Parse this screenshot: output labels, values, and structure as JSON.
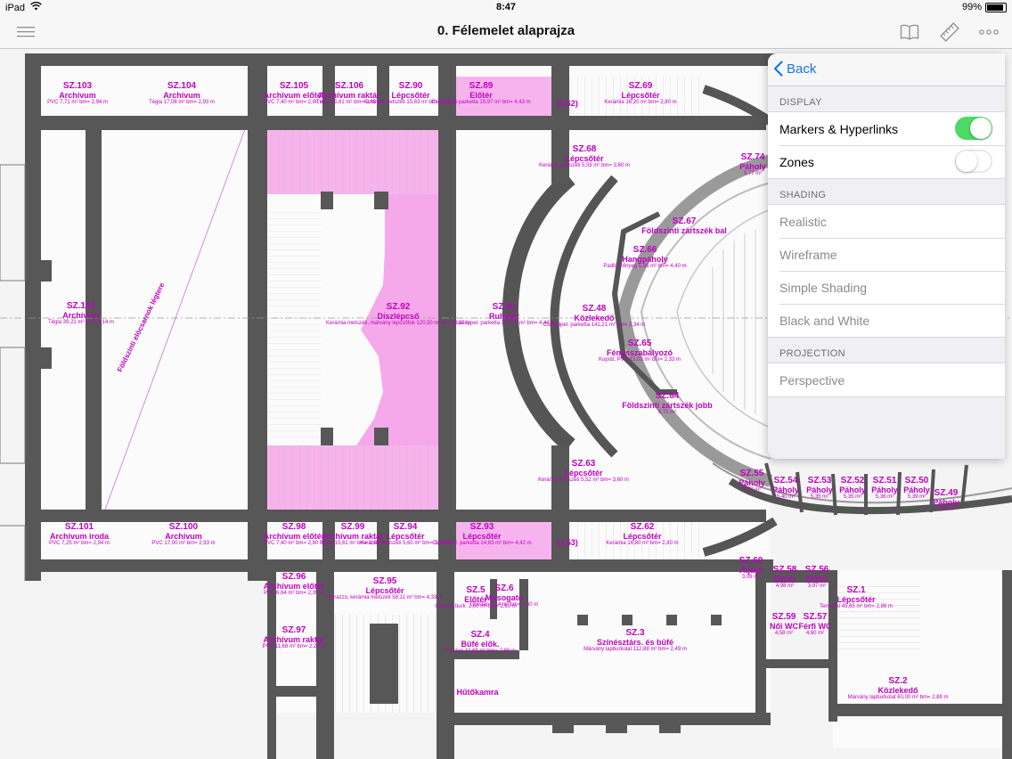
{
  "status_bar": {
    "device": "iPad",
    "time": "8:47",
    "battery": "99%",
    "battery_level": 0.99
  },
  "nav": {
    "title": "0. Félemelet alaprajza"
  },
  "panel": {
    "back_label": "Back",
    "display_header": "DISPLAY",
    "markers_label": "Markers & Hyperlinks",
    "markers_on": true,
    "zones_label": "Zones",
    "zones_on": false,
    "shading_header": "SHADING",
    "shading_options": [
      "Realistic",
      "Wireframe",
      "Simple Shading",
      "Black and White"
    ],
    "projection_header": "PROJECTION",
    "projection_options": [
      "Perspective"
    ]
  },
  "plan": {
    "diagonal_label": "Földszinti elócsarnok légtere",
    "rooms": [
      {
        "code": "SZ.103",
        "name": "Archívum",
        "detail": "PVC 7,71 m² bm= 2,94 m"
      },
      {
        "code": "SZ.104",
        "name": "Archívum",
        "detail": "Tégla 17,08 m² bm= 2,93 m"
      },
      {
        "code": "SZ.105",
        "name": "Archívum előtér",
        "detail": "PVC 7,40 m² bm= 2,80 m"
      },
      {
        "code": "SZ.106",
        "name": "Archívum raktár",
        "detail": "Tégla 15,61 m² bm= 2,80 m"
      },
      {
        "code": "SZ.90",
        "name": "Lépcsőtér",
        "detail": "Kerámia metszéti 15,63 m² bm= 3,07 m"
      },
      {
        "code": "SZ.89",
        "name": "Előtér",
        "detail": "Cseréppel. parketta 19,97 m² bm= 4,43 m"
      },
      {
        "code": "SZ.69",
        "name": "Lépcsőtér",
        "detail": "Kerámia 16,20 m² bm= 2,80 m"
      },
      {
        "code": "SZ.68",
        "name": "Lépcsőtér",
        "detail": "Kerámia metszéti 5,59 m² bm= 3,60 m"
      },
      {
        "code": "SZ.74",
        "name": "Páholy",
        "detail": "5,77 m²"
      },
      {
        "code": "SZ.67",
        "name": "Földszinti zártszék bal",
        "detail": ""
      },
      {
        "code": "SZ.66",
        "name": "Hangpáholy",
        "detail": "Padlószőnyeg 5,85 m² bm= 4,40 m"
      },
      {
        "code": "SZ.102",
        "name": "Archívum",
        "detail": "Tégla 39,21 m² bm= 3,14 m"
      },
      {
        "code": "SZ.92",
        "name": "Díszlépcső",
        "detail": "Kerámia metszéti, márvány lépcsőfok 120,50 m² bm= 8,32 m"
      },
      {
        "code": "SZ.91",
        "name": "Ruhatár",
        "detail": "Cseréppel. parketta 136,52 m² bm= 4,44 m"
      },
      {
        "code": "SZ.48",
        "name": "Közlekedő",
        "detail": "Cseréppel. parketta 141,21 m² bm= 2,34 m"
      },
      {
        "code": "SZ.65",
        "name": "Fénysszabályozó",
        "detail": "Kopott. PVC 15,03 m² bm= 2,33 m"
      },
      {
        "code": "SZ.64",
        "name": "Földszinti zártszék jobb",
        "detail": "6,71 m²"
      },
      {
        "code": "SZ.63",
        "name": "Lépcsőtér",
        "detail": "Kerámia metszéti 5,52 m² bm= 3,60 m"
      },
      {
        "code": "SZ.55",
        "name": "Páholy",
        "detail": "5,72 m²"
      },
      {
        "code": "SZ.54",
        "name": "Páholy",
        "detail": "5,40 m²"
      },
      {
        "code": "SZ.53",
        "name": "Páholy",
        "detail": "5,35 m²"
      },
      {
        "code": "SZ.52",
        "name": "Páholy",
        "detail": "5,35 m²"
      },
      {
        "code": "SZ.51",
        "name": "Páholy",
        "detail": "5,36 m²"
      },
      {
        "code": "SZ.50",
        "name": "Páholy",
        "detail": "5,39 m²"
      },
      {
        "code": "SZ.49",
        "name": "Páholy",
        "detail": "5,80 m²"
      },
      {
        "code": "SZ.101",
        "name": "Archívum iroda",
        "detail": "PVC 7,25 m² bm= 2,94 m"
      },
      {
        "code": "SZ.100",
        "name": "Archívum",
        "detail": "PVC 17,00 m² bm= 2,93 m"
      },
      {
        "code": "SZ.98",
        "name": "Archívum előtér",
        "detail": "PVC 7,40 m² bm= 2,80 m"
      },
      {
        "code": "SZ.99",
        "name": "Archívum raktár",
        "detail": "Tégla 15,61 m² bm= 2,80 m"
      },
      {
        "code": "SZ.94",
        "name": "Lépcsőtér",
        "detail": "Kerámia metszéti 5,60 m² bm= 3,07 m"
      },
      {
        "code": "SZ.93",
        "name": "Lépcsőtér",
        "detail": "Cseréppel. parketta 14,63 m² bm= 4,42 m"
      },
      {
        "code": "SZ.62",
        "name": "Lépcsőtér",
        "detail": "Kerámia 16,80 m² bm= 2,80 m"
      },
      {
        "code": "SZ.60",
        "name": "Átjáró",
        "detail": "3,09 m²"
      },
      {
        "code": "SZ.58",
        "name": "Előtér",
        "detail": "4,98 m²"
      },
      {
        "code": "SZ.56",
        "name": "Előtér",
        "detail": "3,97 m²"
      },
      {
        "code": "SZ.96",
        "name": "Archívum előtér",
        "detail": "PVC 6,64 m² bm= 2,39 m"
      },
      {
        "code": "SZ.95",
        "name": "Lépcsőtér",
        "detail": "Terrazzo, kerámia metszéti 58,11 m² bm= 4,33 m"
      },
      {
        "code": "SZ.5",
        "name": "Előtér",
        "detail": "Greslap burk. 2,60 m² bm= 2,60 m"
      },
      {
        "code": "SZ.6",
        "name": "Mosogató",
        "detail": "Greslap 3,14 m² bm= 2,60 m"
      },
      {
        "code": "SZ.3",
        "name": "Színésztárs. és büfé",
        "detail": "Márvány lapburkolat 112,88 m² bm= 2,49 m"
      },
      {
        "code": "SZ.1",
        "name": "Lépcsőtér",
        "detail": "Terrazzo 45,65 m² bm= 2,88 m"
      },
      {
        "code": "SZ.59",
        "name": "Női WC",
        "detail": "4,58 m²"
      },
      {
        "code": "SZ.57",
        "name": "Férfi WC",
        "detail": "4,60 m²"
      },
      {
        "code": "SZ.97",
        "name": "Archívum raktár",
        "detail": "PVC 11,68 m² bm= 2,29 m"
      },
      {
        "code": "SZ.4",
        "name": "Büfé elők.",
        "detail": "Greslap 10,69 m² bm= 2,88 m"
      },
      {
        "code": "",
        "name": "Hűtőkamra",
        "detail": ""
      },
      {
        "code": "SZ.2",
        "name": "Közlekedő",
        "detail": "Márvány lapburkolat 60,00 m² bm= 2,88 m"
      },
      {
        "code": "",
        "name": "(1.62)",
        "detail": ""
      },
      {
        "code": "",
        "name": "(1.53)",
        "detail": ""
      }
    ]
  }
}
